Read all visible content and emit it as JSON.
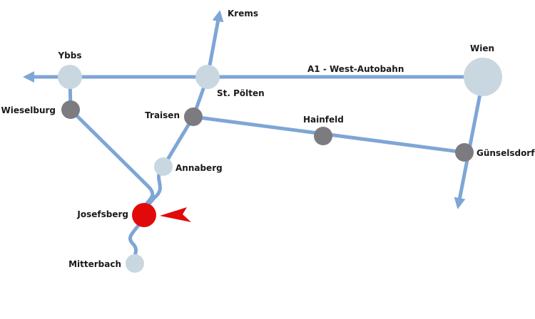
{
  "map": {
    "colors": {
      "road": "#7ea6d6",
      "town_light": "#c9d7e0",
      "town_dark": "#7b7b80",
      "destination": "#e10a0a",
      "pointer_arrow": "#e10a0a"
    },
    "road_label": "A1 - West-Autobahn",
    "places": [
      {
        "id": "krems",
        "label": "Krems",
        "marker": "none"
      },
      {
        "id": "ybbs",
        "label": "Ybbs",
        "marker": "light"
      },
      {
        "id": "wien",
        "label": "Wien",
        "marker": "light"
      },
      {
        "id": "st-poelten",
        "label": "St. Pölten",
        "marker": "light"
      },
      {
        "id": "wieselburg",
        "label": "Wieselburg",
        "marker": "dark"
      },
      {
        "id": "traisen",
        "label": "Traisen",
        "marker": "dark"
      },
      {
        "id": "hainfeld",
        "label": "Hainfeld",
        "marker": "dark"
      },
      {
        "id": "guenselsdorf",
        "label": "Günselsdorf",
        "marker": "dark"
      },
      {
        "id": "annaberg",
        "label": "Annaberg",
        "marker": "light"
      },
      {
        "id": "josefsberg",
        "label": "Josefsberg",
        "marker": "destination"
      },
      {
        "id": "mitterbach",
        "label": "Mitterbach",
        "marker": "light"
      }
    ]
  }
}
